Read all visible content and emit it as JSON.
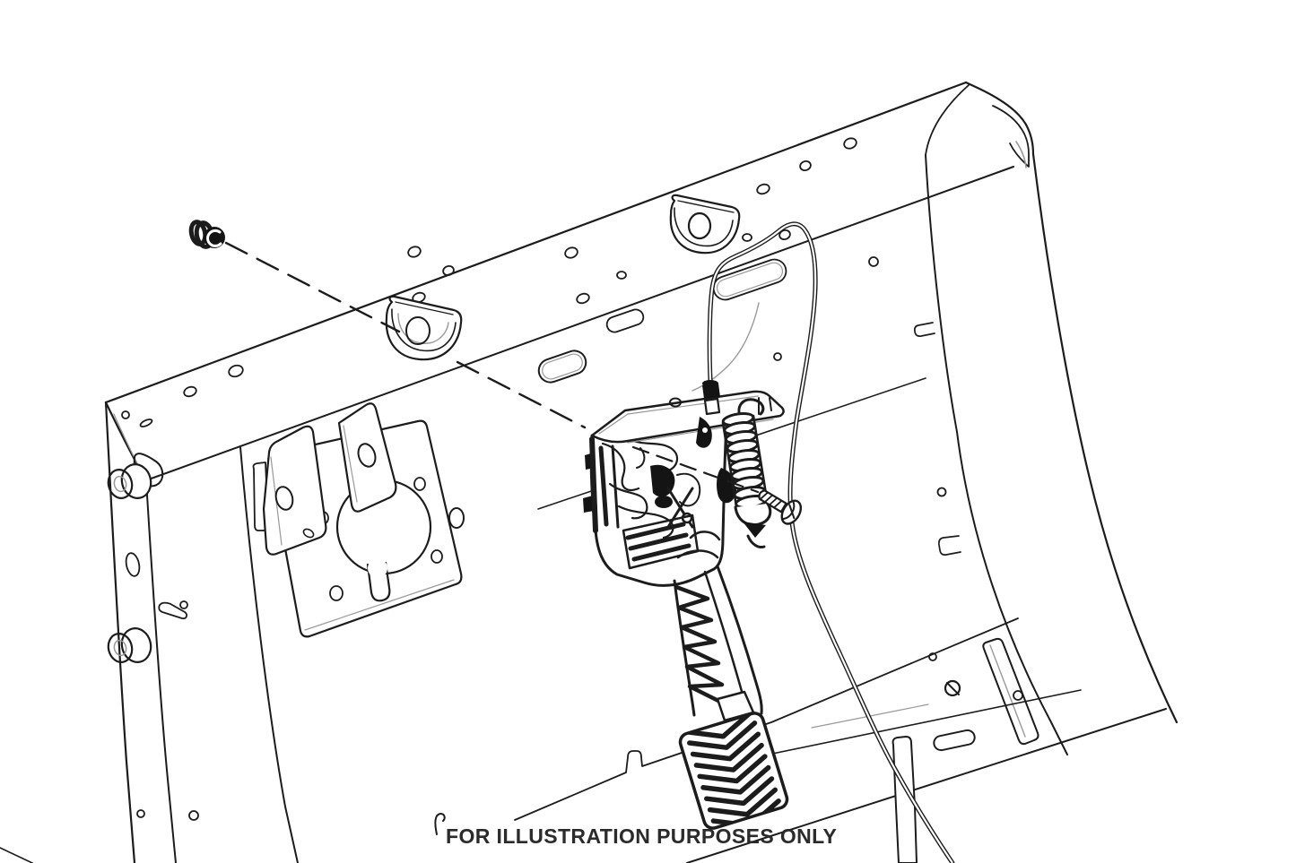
{
  "meta": {
    "kind": "technical-illustration",
    "background_color": "#ffffff",
    "line_color": "#1c1c1c"
  },
  "caption": {
    "text": "FOR ILLUSTRATION PURPOSES ONLY"
  },
  "parts": {
    "bulkhead_panel": "bulkhead-firewall-panel",
    "upper_rail": "upper-crossmember-rail",
    "left_frame_rail": "left-frame-rail",
    "grommets": "rubber-grommets",
    "mounting_bracket": "pedal-mounting-bracket-keyhole",
    "mount_boss_left": "teardrop-mount-boss-left",
    "mount_boss_right": "teardrop-mount-boss-right",
    "pedal_assembly": "accelerator-pedal-assembly",
    "return_spring": "coil-return-spring",
    "throttle_cable": "throttle-cable",
    "pedal_arm": "lattice-pedal-arm",
    "pedal_pad": "chevron-tread-pedal-pad",
    "upper_bolt": "upper-mounting-bolt",
    "lower_bolt": "lower-mounting-bolt",
    "upper_leader": "upper-bolt-alignment-dashes",
    "lower_leader": "lower-bolt-alignment-dashes"
  }
}
